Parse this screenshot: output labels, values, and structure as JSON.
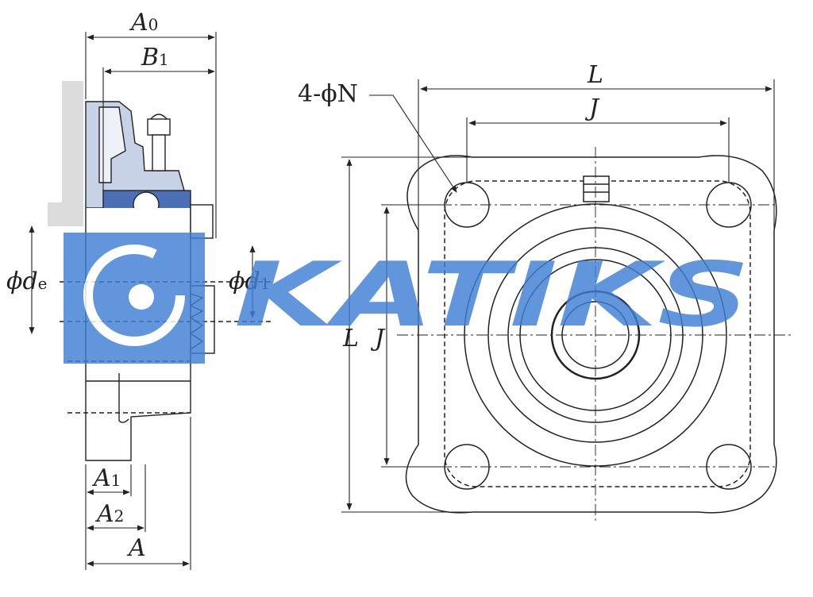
{
  "watermark": {
    "text": "KATIKS",
    "color": "#3f7fd6"
  },
  "colors": {
    "line": "#222222",
    "bearing_fill": "#c9d3e6",
    "bearing_blue": "#4a6fb5",
    "shadow": "#dcdcdc"
  },
  "side_view": {
    "labels": {
      "A0": "A",
      "A0_sub": "0",
      "B1": "B",
      "B1_sub": "1",
      "de": "ϕd",
      "de_sub": "e",
      "d1": "ϕd",
      "d1_sub": "1",
      "A1": "A",
      "A1_sub": "1",
      "A2": "A",
      "A2_sub": "2",
      "A": "A"
    }
  },
  "front_view": {
    "labels": {
      "L_top": "L",
      "J_top": "J",
      "holes": "4-ϕN",
      "L_left": "L",
      "J_left": "J"
    }
  }
}
